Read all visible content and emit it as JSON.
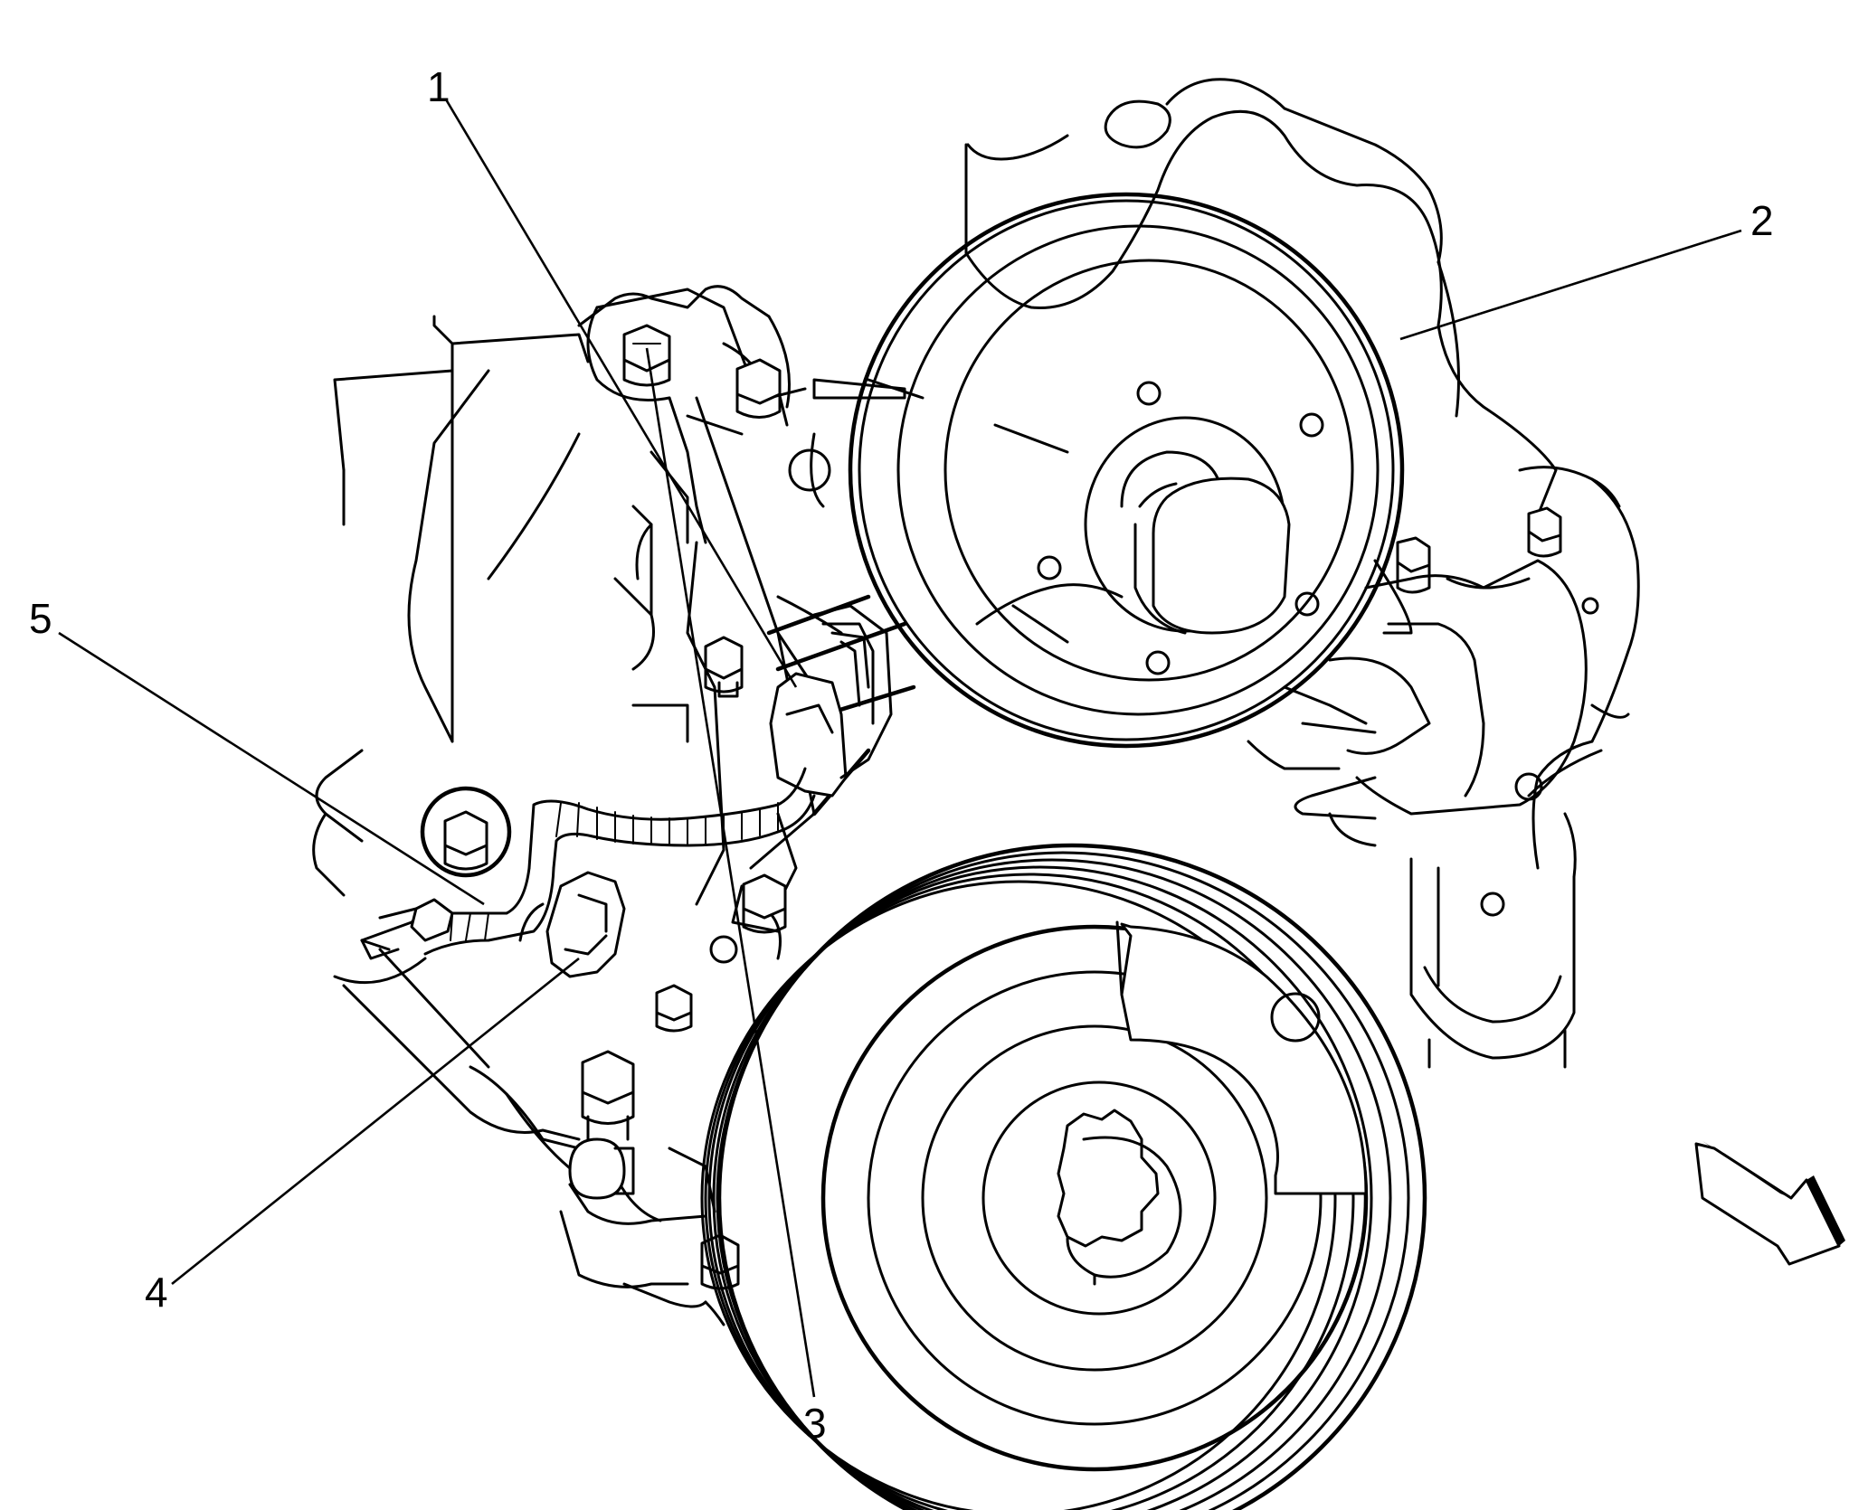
{
  "callouts": [
    {
      "id": "1",
      "label": "1"
    },
    {
      "id": "2",
      "label": "2"
    },
    {
      "id": "3",
      "label": "3"
    },
    {
      "id": "4",
      "label": "4"
    },
    {
      "id": "5",
      "label": "5"
    }
  ],
  "icons": {
    "direction": "direction-arrow-icon"
  }
}
